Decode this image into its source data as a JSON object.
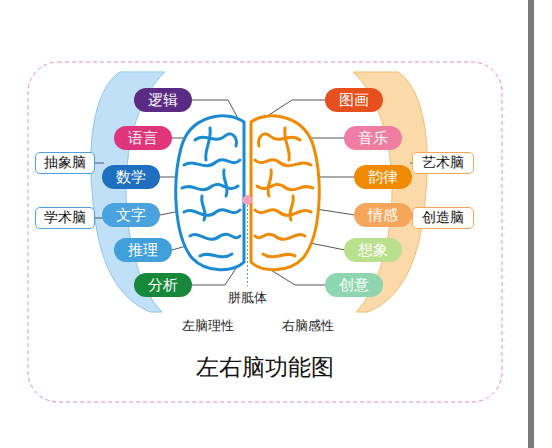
{
  "diagram": {
    "title": "左右脑功能图",
    "nodes": [
      {
        "text": [
          "逻辑"
        ]
      },
      {
        "text": [
          "图画"
        ]
      },
      {
        "text": [
          "语言"
        ]
      },
      {
        "text": [
          "音乐"
        ]
      },
      {
        "text": [
          "抽象脑"
        ]
      },
      {
        "text": [
          "数学"
        ]
      },
      {
        "text": [
          "韵律"
        ]
      },
      {
        "text": [
          "艺术脑"
        ]
      },
      {
        "text": [
          "学术脑"
        ]
      },
      {
        "text": [
          "文字"
        ]
      },
      {
        "text": [
          "情感"
        ]
      },
      {
        "text": [
          "创造脑"
        ]
      },
      {
        "text": [
          "推理"
        ]
      },
      {
        "text": [
          "想象"
        ]
      },
      {
        "text": [
          "分析"
        ]
      },
      {
        "text": [
          "创意"
        ]
      }
    ],
    "labels": [
      "胼胝体",
      "左脑理性",
      "右脑感性"
    ]
  }
}
